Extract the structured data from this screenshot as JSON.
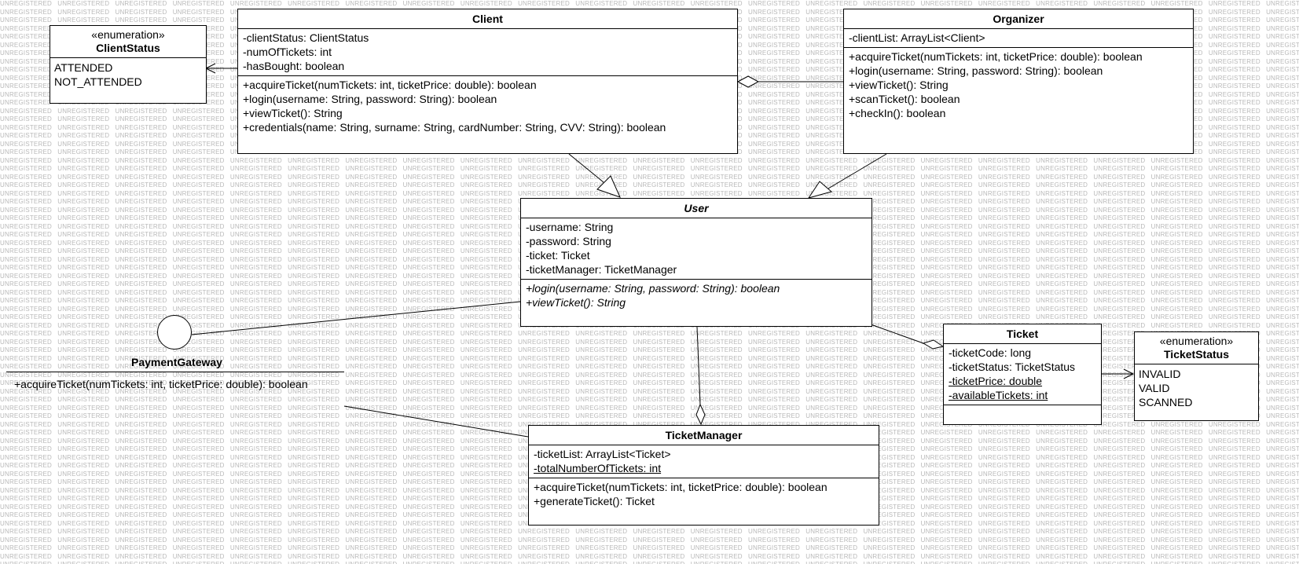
{
  "watermark": "UNREGISTERED",
  "classes": {
    "client_status": {
      "stereotype": "«enumeration»",
      "name": "ClientStatus",
      "values": [
        "ATTENDED",
        "NOT_ATTENDED"
      ]
    },
    "client": {
      "name": "Client",
      "attributes": [
        "-clientStatus: ClientStatus",
        "-numOfTickets: int",
        "-hasBought: boolean"
      ],
      "operations": [
        "+acquireTicket(numTickets: int, ticketPrice: double): boolean",
        "+login(username: String, password: String): boolean",
        "+viewTicket(): String",
        "+credentials(name: String, surname: String, cardNumber: String, CVV: String): boolean"
      ]
    },
    "organizer": {
      "name": "Organizer",
      "attributes": [
        "-clientList: ArrayList<Client>"
      ],
      "operations": [
        "+acquireTicket(numTickets: int, ticketPrice: double): boolean",
        "+login(username: String, password: String): boolean",
        "+viewTicket(): String",
        "+scanTicket(): boolean",
        "+checkIn(): boolean"
      ]
    },
    "user": {
      "name": "User",
      "attributes": [
        "-username: String",
        "-password: String",
        "-ticket: Ticket",
        "-ticketManager: TicketManager"
      ],
      "operations": [
        "+login(username: String, password: String): boolean",
        "+viewTicket(): String"
      ]
    },
    "ticket": {
      "name": "Ticket",
      "attributes": [
        "-ticketCode: long",
        "-ticketStatus: TicketStatus"
      ],
      "static_attributes": [
        "-ticketPrice: double",
        "-availableTickets: int"
      ]
    },
    "ticket_status": {
      "stereotype": "«enumeration»",
      "name": "TicketStatus",
      "values": [
        "INVALID",
        "VALID",
        "SCANNED"
      ]
    },
    "ticket_manager": {
      "name": "TicketManager",
      "attributes": [
        "-ticketList: ArrayList<Ticket>"
      ],
      "static_attributes": [
        "-totalNumberOfTickets: int"
      ],
      "operations": [
        "+acquireTicket(numTickets: int, ticketPrice: double): boolean",
        "+generateTicket(): Ticket"
      ]
    }
  },
  "interface": {
    "name": "PaymentGateway",
    "operation": "+acquireTicket(numTickets: int, ticketPrice: double): boolean"
  }
}
